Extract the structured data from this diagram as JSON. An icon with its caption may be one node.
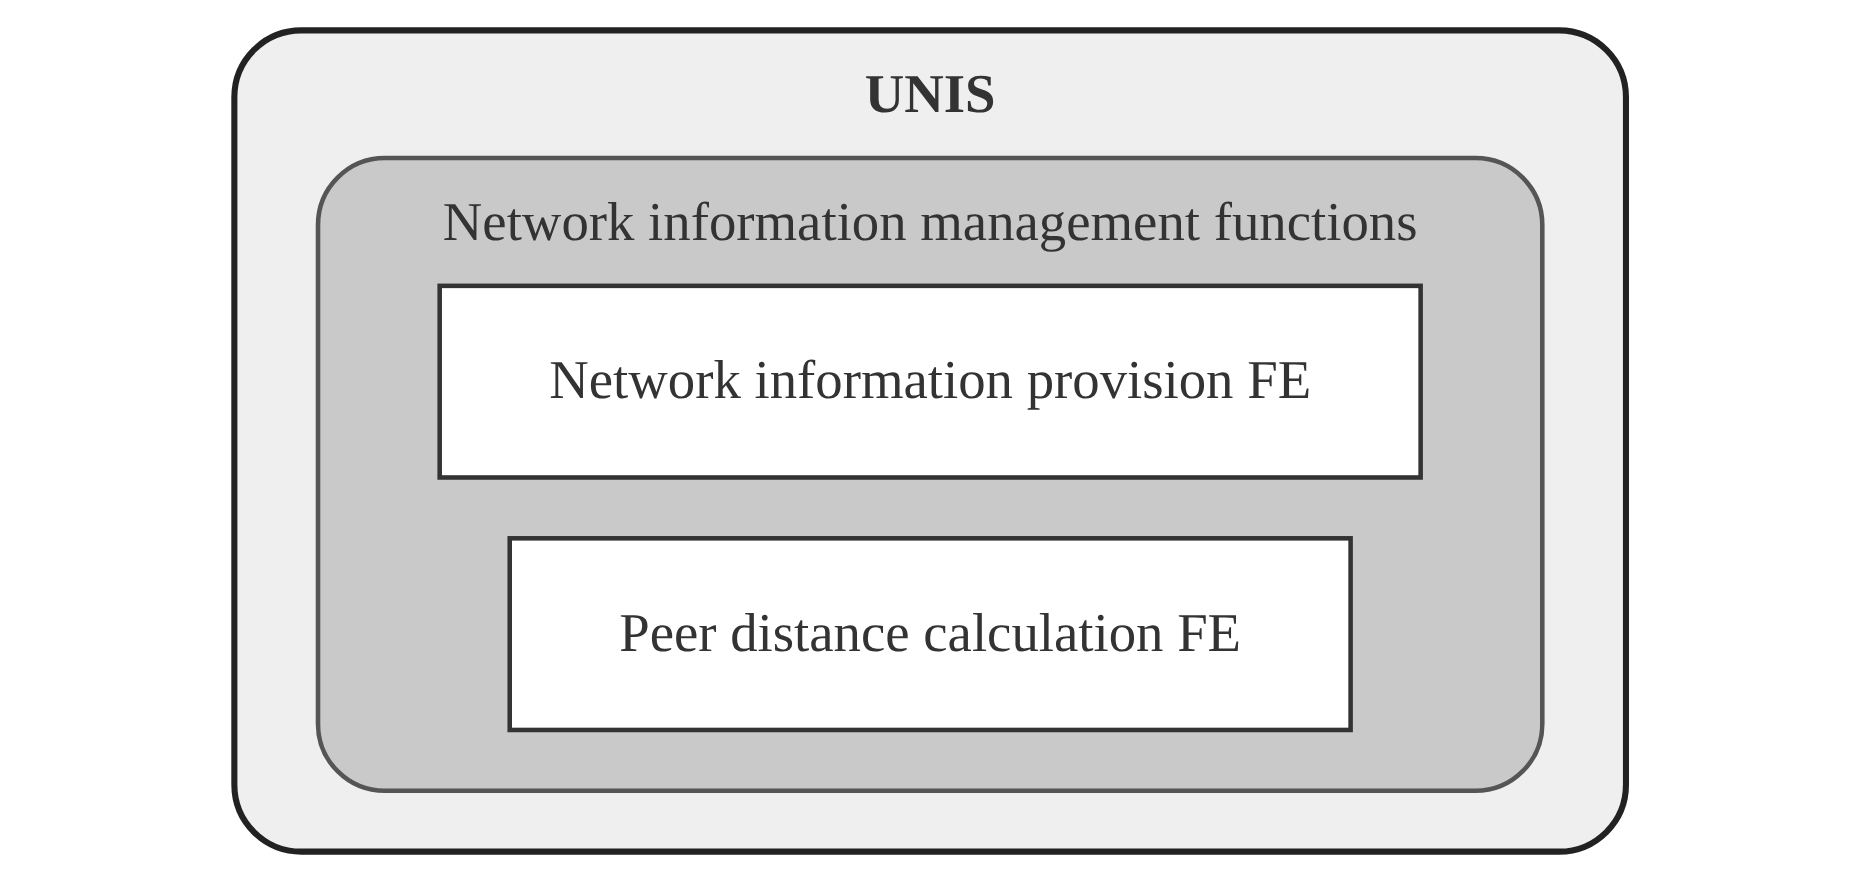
{
  "diagram": {
    "nodes": [
      {
        "text": [
          "UNIS"
        ]
      },
      {
        "text": [
          "Network information management functions"
        ],
        "in": 0
      },
      {
        "text": [
          "Network information provision FE"
        ],
        "in": 1
      },
      {
        "text": [
          "Peer distance calculation FE"
        ],
        "in": 1
      }
    ]
  }
}
